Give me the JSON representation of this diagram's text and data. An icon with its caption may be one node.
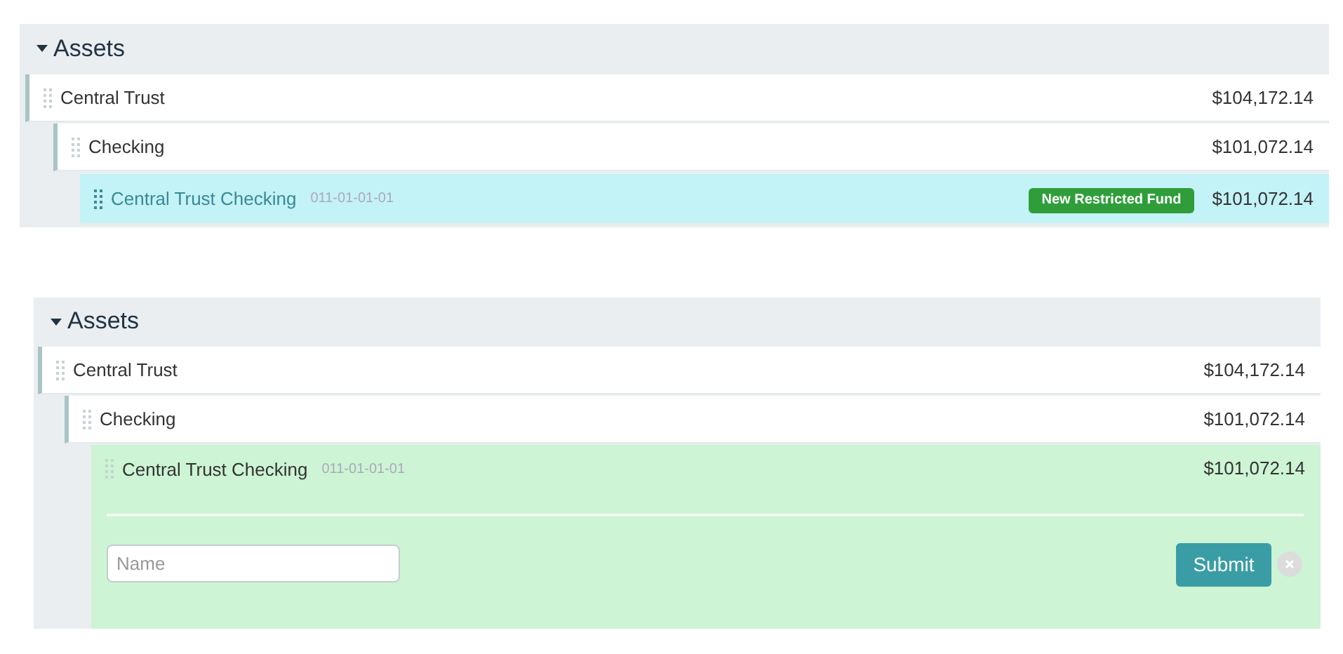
{
  "diagram": {
    "nodes": [
      {
        "text": [
          "Assets"
        ]
      },
      {
        "text": [
          "Central Trust",
          "$104,172.14"
        ]
      },
      {
        "text": [
          "Checking",
          "$101,072.14"
        ]
      },
      {
        "text": [
          "Central Trust Checking",
          "011-01-01-01",
          "$101,072.14"
        ]
      },
      {
        "text": [
          "New Restricted Fund"
        ],
        "in": 3
      },
      {
        "text": [
          "Assets"
        ]
      },
      {
        "text": [
          "Central Trust",
          "$104,172.14"
        ]
      },
      {
        "text": [
          "Checking",
          "$101,072.14"
        ]
      },
      {
        "text": [
          "Central Trust Checking",
          "011-01-01-01",
          "$101,072.14"
        ]
      },
      {
        "text": [
          "Name"
        ],
        "in": 8
      },
      {
        "text": [
          "Submit"
        ],
        "in": 8
      },
      {
        "text": [],
        "shape": "circle",
        "in": 8
      }
    ]
  }
}
